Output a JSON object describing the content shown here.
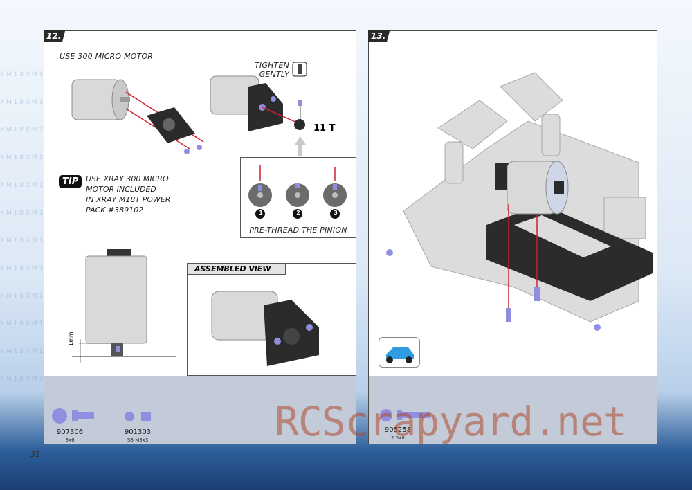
{
  "page_number": "31",
  "watermark": "RCScrapyard.net",
  "step12": {
    "number": "12.",
    "motor_label": "USE 300 MICRO MOTOR",
    "tighten_label_line1": "TIGHTEN",
    "tighten_label_line2": "GENTLY",
    "pinion_label": "11 T",
    "tip_badge": "TIP",
    "tip_lines": [
      "USE XRAY 300 MICRO",
      "MOTOR INCLUDED",
      "IN XRAY M18T POWER",
      "PACK #389102"
    ],
    "prethread_label": "PRE-THREAD THE PINION",
    "prethread_steps": [
      "1",
      "2",
      "3"
    ],
    "gap_label": "1mm",
    "assembled_title": "ASSEMBLED VIEW",
    "parts": [
      {
        "code": "907306",
        "size": "3x6"
      },
      {
        "code": "901303",
        "size": "SB M3x3"
      }
    ]
  },
  "step13": {
    "number": "13.",
    "parts": [
      {
        "code": "905258",
        "size": "2.5x8"
      }
    ]
  },
  "colors": {
    "accent_red": "#c8232c",
    "screw_blue": "#8e8fe0",
    "dark_part": "#2b2b2b",
    "parts_bar": "#c3cad8"
  }
}
